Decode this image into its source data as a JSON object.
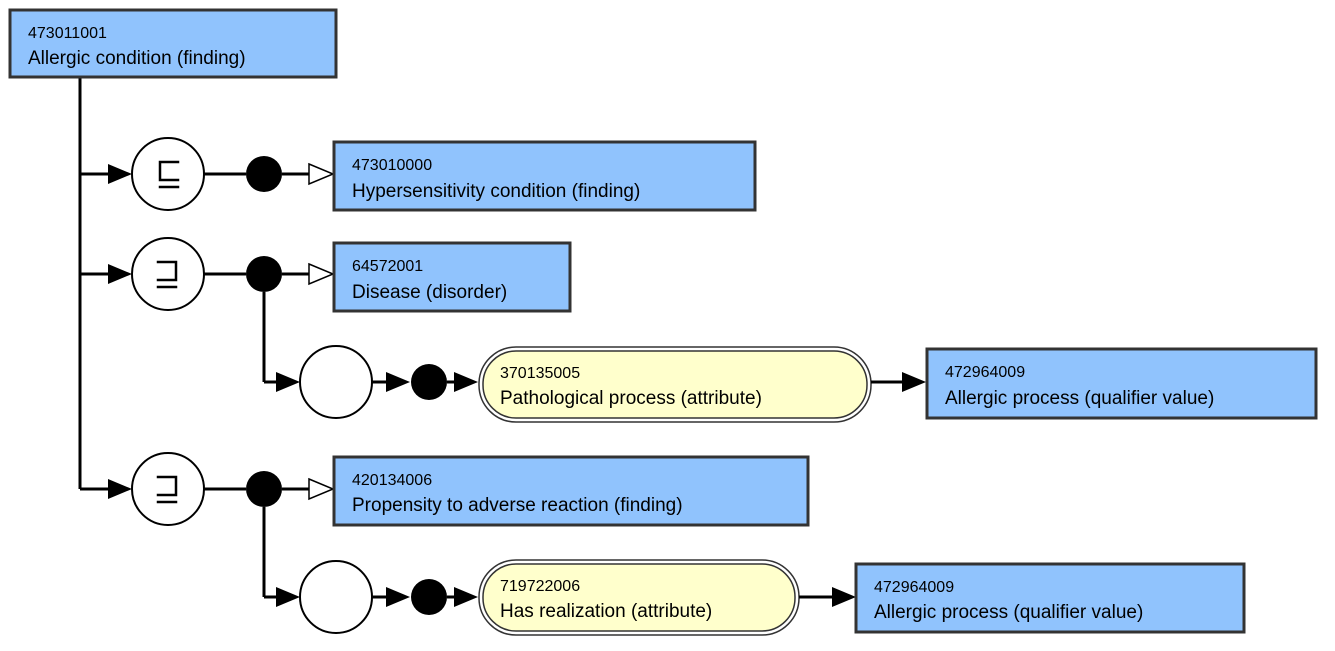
{
  "root": {
    "id": "473011001",
    "term": "Allergic condition (finding)"
  },
  "parent": {
    "id": "473010000",
    "term": "Hypersensitivity condition (finding)"
  },
  "group1": {
    "concept": {
      "id": "64572001",
      "term": "Disease (disorder)"
    },
    "attribute": {
      "id": "370135005",
      "term": "Pathological process (attribute)"
    },
    "value": {
      "id": "472964009",
      "term": "Allergic process (qualifier value)"
    }
  },
  "group2": {
    "concept": {
      "id": "420134006",
      "term": "Propensity to adverse reaction (finding)"
    },
    "attribute": {
      "id": "719722006",
      "term": "Has realization (attribute)"
    },
    "value": {
      "id": "472964009",
      "term": "Allergic process (qualifier value)"
    }
  },
  "colors": {
    "concept_fill": "#90c3fd",
    "attribute_fill": "#ffffcc",
    "border": "#333333"
  }
}
